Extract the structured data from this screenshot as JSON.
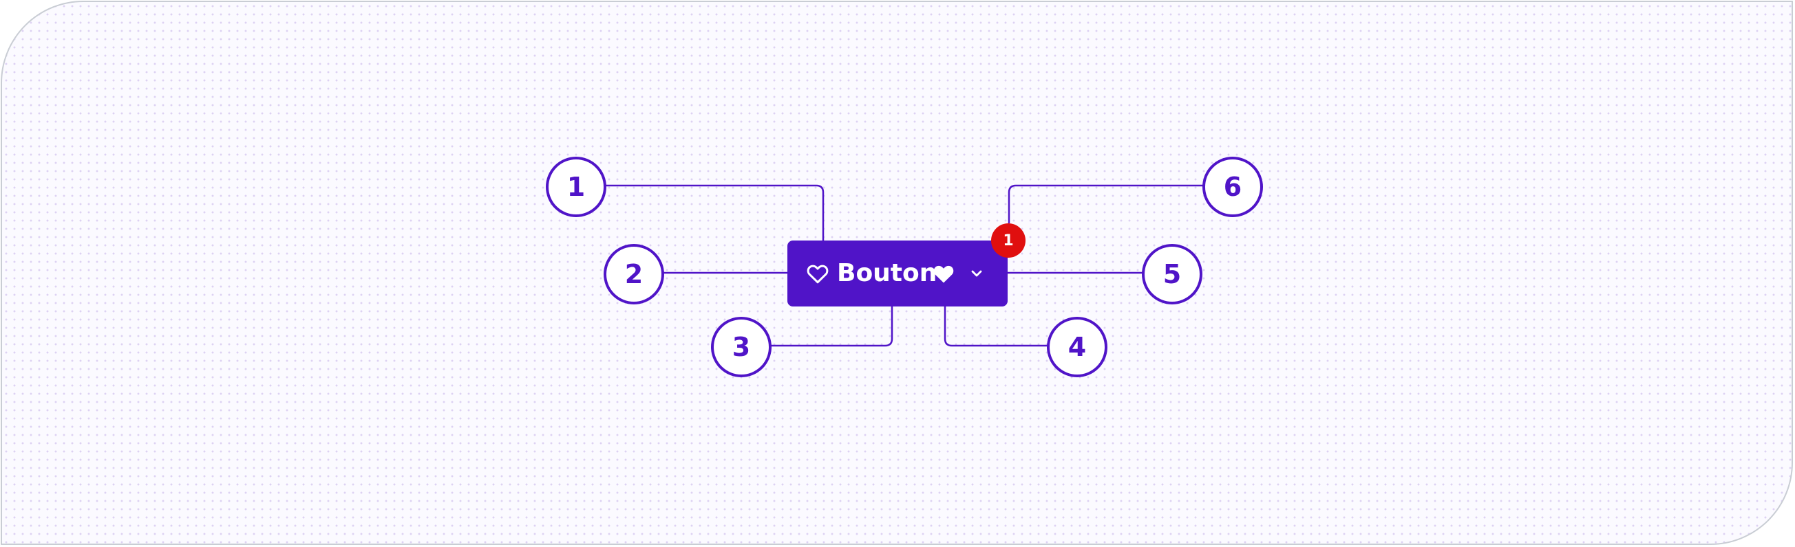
{
  "button": {
    "label": "Bouton",
    "leading_icon": "heart-outline-icon",
    "trailing_icon": "heart-filled-icon",
    "dropdown_icon": "chevron-down-icon",
    "badge_count": "1"
  },
  "callouts": [
    "1",
    "2",
    "3",
    "4",
    "5",
    "6"
  ],
  "colors": {
    "primary": "#5014c8",
    "badge": "#e00f0f",
    "frame_border": "#c9cdd4",
    "dot_grid": "#ddd2f3"
  }
}
